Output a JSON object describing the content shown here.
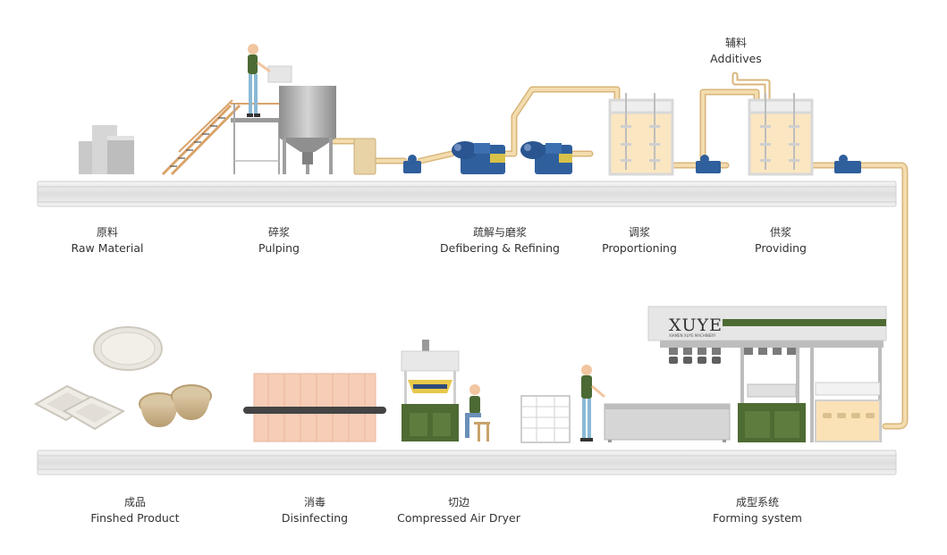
{
  "colors": {
    "pipe": "#f3d9a8",
    "pipe_edge": "#d9b57a",
    "pump_blue": "#2f5f9c",
    "machine_green": "#4e6b33",
    "tank_grey": "#9a9a9a",
    "rail": "#e6e6e6",
    "stair_orange": "#d9a36a",
    "disinfect_pink": "#f4c9b3",
    "text": "#333333"
  },
  "brand": {
    "logo_text": "XUYE",
    "logo_subtext": "XIAMEN XUYE MACHINERY"
  },
  "annotations": {
    "additives_zh": "辅料",
    "additives_en": "Additives"
  },
  "stages_top": [
    {
      "zh": "原料",
      "en": "Raw Material"
    },
    {
      "zh": "碎浆",
      "en": "Pulping"
    },
    {
      "zh": "疏解与磨浆",
      "en": "Defibering & Refining"
    },
    {
      "zh": "调浆",
      "en": "Proportioning"
    },
    {
      "zh": "供浆",
      "en": "Providing"
    }
  ],
  "stages_bottom": [
    {
      "zh": "成品",
      "en": "Finshed Product"
    },
    {
      "zh": "消毒",
      "en": "Disinfecting"
    },
    {
      "zh": "切边",
      "en": "Compressed Air Dryer"
    },
    {
      "zh": "成型系统",
      "en": "Forming system"
    }
  ]
}
